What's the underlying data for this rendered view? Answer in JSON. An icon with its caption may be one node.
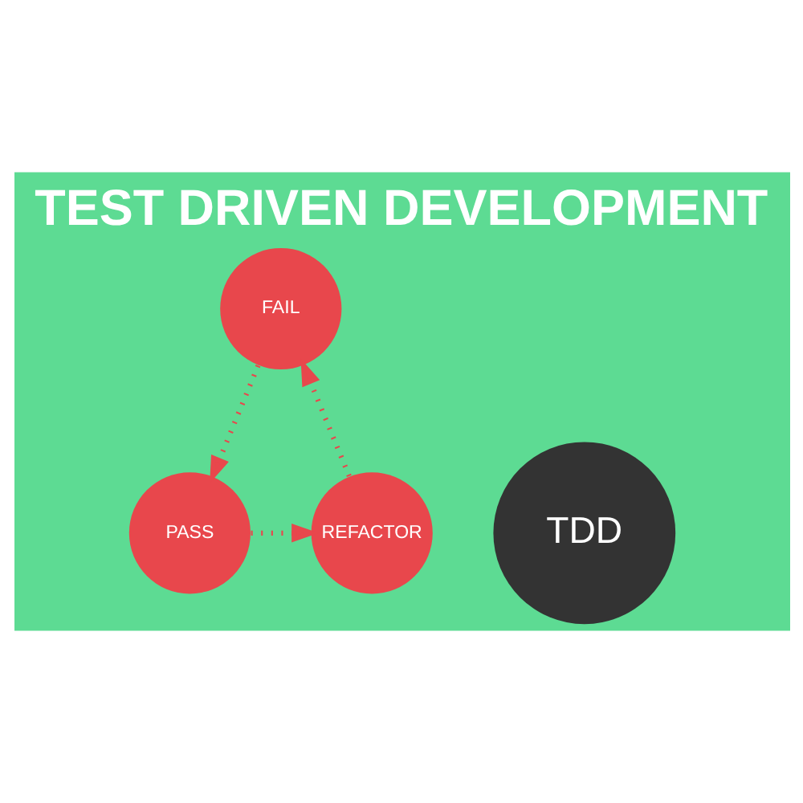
{
  "diagram": {
    "title": "TEST DRIVEN DEVELOPMENT",
    "nodes": [
      {
        "text": [
          "FAIL"
        ]
      },
      {
        "text": [
          "TDD"
        ]
      },
      {
        "text": [
          "REFACTOR"
        ]
      },
      {
        "text": [
          "PASS"
        ]
      }
    ],
    "edges": [
      {
        "from": 0,
        "to": 3,
        "arrow": "to",
        "style": "dashed"
      },
      {
        "from": 3,
        "to": 2,
        "arrow": "to",
        "style": "dashed"
      },
      {
        "from": 2,
        "to": 0,
        "arrow": "to",
        "style": "dashed"
      }
    ]
  }
}
